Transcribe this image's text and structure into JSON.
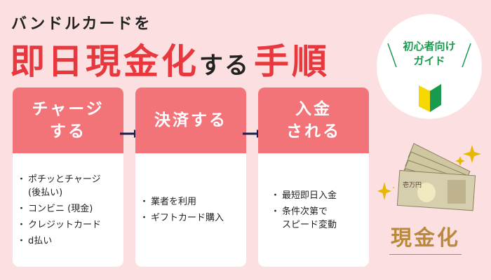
{
  "header": {
    "subtitle": "バンドルカードを",
    "title_main": "即日現金化",
    "title_connector": "する",
    "title_end": "手順"
  },
  "steps": [
    {
      "title": "チャージ\nする",
      "items": [
        "ポチッとチャージ\n(後払い)",
        "コンビニ (現金)",
        "クレジットカード",
        "d払い"
      ]
    },
    {
      "title": "決済する",
      "items": [
        "業者を利用",
        "ギフトカード購入"
      ]
    },
    {
      "title": "入金\nされる",
      "items": [
        "最短即日入金",
        "条件次第で\nスピード変動"
      ]
    }
  ],
  "badge": {
    "text": "初心者向け\nガイド",
    "icon": "beginner-mark-icon"
  },
  "cash": {
    "label": "現金化",
    "icon": "yen-banknotes-icon"
  },
  "colors": {
    "accent": "#e8383d",
    "card_header": "#f27478",
    "background": "#fcdfe0",
    "gold": "#b98a3e",
    "green": "#1a9a4e",
    "arrow": "#1b1c4e"
  }
}
